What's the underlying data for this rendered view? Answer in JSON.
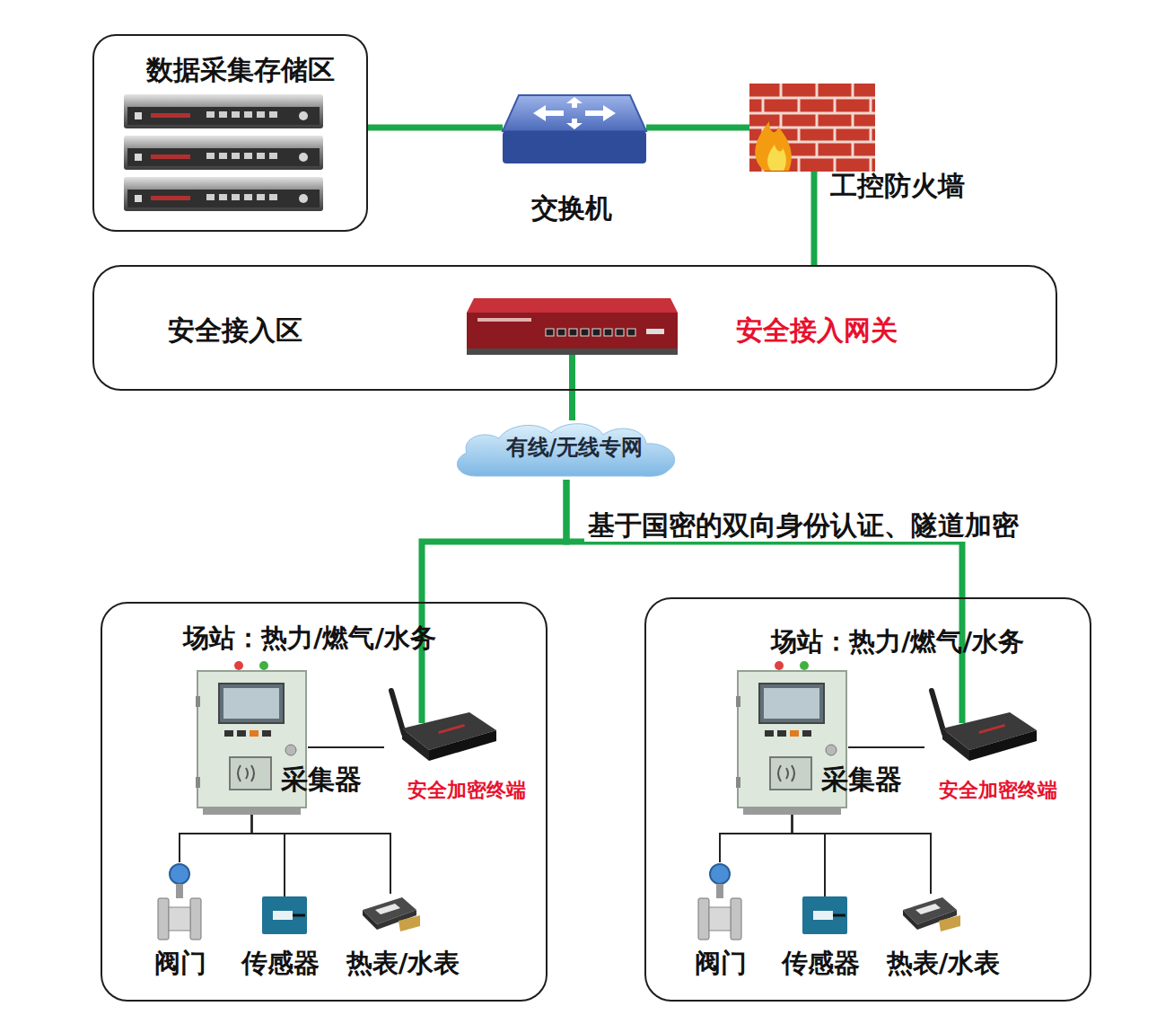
{
  "diagram": {
    "nodes": [
      {
        "text": [
          "数据采集存储区"
        ]
      },
      {
        "text": [
          "交换机"
        ]
      },
      {
        "text": [
          "工控防火墙"
        ]
      },
      {
        "text": [
          "安全接入区"
        ]
      },
      {
        "text": [
          "安全接入网关"
        ],
        "in": 3
      },
      {
        "text": [
          "有线/无线专网"
        ]
      },
      {
        "text": [
          "场站：热力/燃气/水务"
        ]
      },
      {
        "text": [
          "采集器"
        ],
        "in": 6
      },
      {
        "text": [
          "安全加密终端"
        ],
        "in": 6
      },
      {
        "text": [
          "阀门"
        ],
        "in": 6
      },
      {
        "text": [
          "传感器"
        ],
        "in": 6
      },
      {
        "text": [
          "热表/水表"
        ],
        "in": 6
      },
      {
        "text": [
          "场站：热力/燃气/水务"
        ]
      },
      {
        "text": [
          "采集器"
        ],
        "in": 12
      },
      {
        "text": [
          "安全加密终端"
        ],
        "in": 12
      },
      {
        "text": [
          "阀门"
        ],
        "in": 12
      },
      {
        "text": [
          "传感器"
        ],
        "in": 12
      },
      {
        "text": [
          "热表/水表"
        ],
        "in": 12
      }
    ],
    "edges": [
      {
        "from": 0,
        "to": 1,
        "arrow": "none"
      },
      {
        "from": 1,
        "to": 2,
        "arrow": "none"
      },
      {
        "from": 2,
        "to": 3,
        "arrow": "none"
      },
      {
        "from": 4,
        "to": 5,
        "arrow": "none"
      },
      {
        "from": 5,
        "to": 8,
        "label": "基于国密的双向身份认证、隧道加密",
        "arrow": "none"
      },
      {
        "from": 5,
        "to": 14,
        "arrow": "none"
      },
      {
        "from": 7,
        "to": 8,
        "arrow": "none"
      },
      {
        "from": 7,
        "to": 9,
        "arrow": "none"
      },
      {
        "from": 7,
        "to": 10,
        "arrow": "none"
      },
      {
        "from": 7,
        "to": 11,
        "arrow": "none"
      },
      {
        "from": 13,
        "to": 14,
        "arrow": "none"
      },
      {
        "from": 13,
        "to": 15,
        "arrow": "none"
      },
      {
        "from": 13,
        "to": 16,
        "arrow": "none"
      },
      {
        "from": 13,
        "to": 17,
        "arrow": "none"
      }
    ]
  }
}
